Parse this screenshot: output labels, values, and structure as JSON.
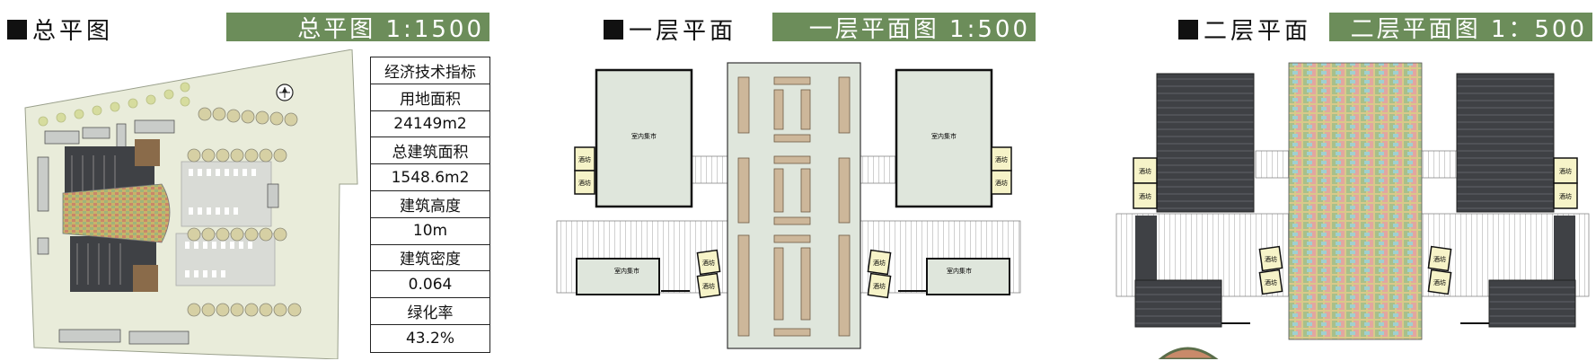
{
  "site_plan": {
    "heading": "总平图",
    "banner": "总平图 1:1500",
    "table_title": "经济技术指标",
    "rows": [
      {
        "label": "用地面积",
        "value": "24149m2"
      },
      {
        "label": "总建筑面积",
        "value": "1548.6m2"
      },
      {
        "label": "建筑高度",
        "value": "10m"
      },
      {
        "label": "建筑密度",
        "value": "0.064"
      },
      {
        "label": "绿化率",
        "value": "43.2%"
      }
    ]
  },
  "floor1": {
    "heading": "一层平面",
    "banner": "一层平面图 1:500",
    "hall_label": "室内集市",
    "shop_label": "酒坊"
  },
  "floor2": {
    "heading": "二层平面",
    "banner": "二层平面图 1：500",
    "shop_label": "酒坊"
  },
  "colors": {
    "banner_green": "#6c8d5a",
    "hall_fill": "#dfe6dc",
    "shop_fill": "#f6f3c8",
    "dark_block": "#3f4145"
  }
}
